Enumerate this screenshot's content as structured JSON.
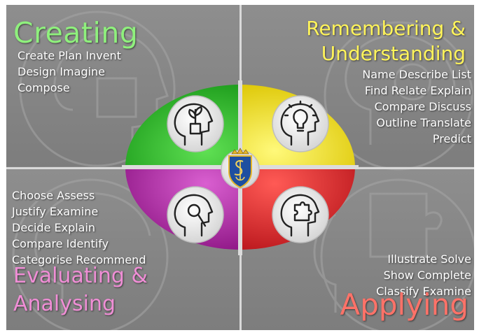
{
  "quadrants": {
    "creating": {
      "title": "Creating",
      "words": [
        "Create Plan Invent",
        "Design Imagine",
        "Compose"
      ],
      "color": "#2db52a"
    },
    "remembering": {
      "title_lines": [
        "Remembering &",
        "Understanding"
      ],
      "words": [
        "Name Describe List",
        "Find Relate Explain",
        "Compare Discuss",
        "Outline Translate",
        "Predict"
      ],
      "color": "#f1e20f"
    },
    "evaluating": {
      "title_lines": [
        "Evaluating &",
        "Analysing"
      ],
      "words": [
        "Choose Assess",
        "Justify Examine",
        "Decide Explain",
        "Compare Identify",
        "Categorise Recommend"
      ],
      "color": "#b01ea6"
    },
    "applying": {
      "title": "Applying",
      "words": [
        "Illustrate Solve",
        "Show Complete",
        "Classify Examine"
      ],
      "color": "#e0262a"
    }
  },
  "icons": {
    "top_left": "head-plant-icon",
    "top_right": "head-lightbulb-icon",
    "bottom_left": "head-magnifier-icon",
    "bottom_right": "head-puzzle-icon",
    "center": "crest-emblem-icon"
  }
}
